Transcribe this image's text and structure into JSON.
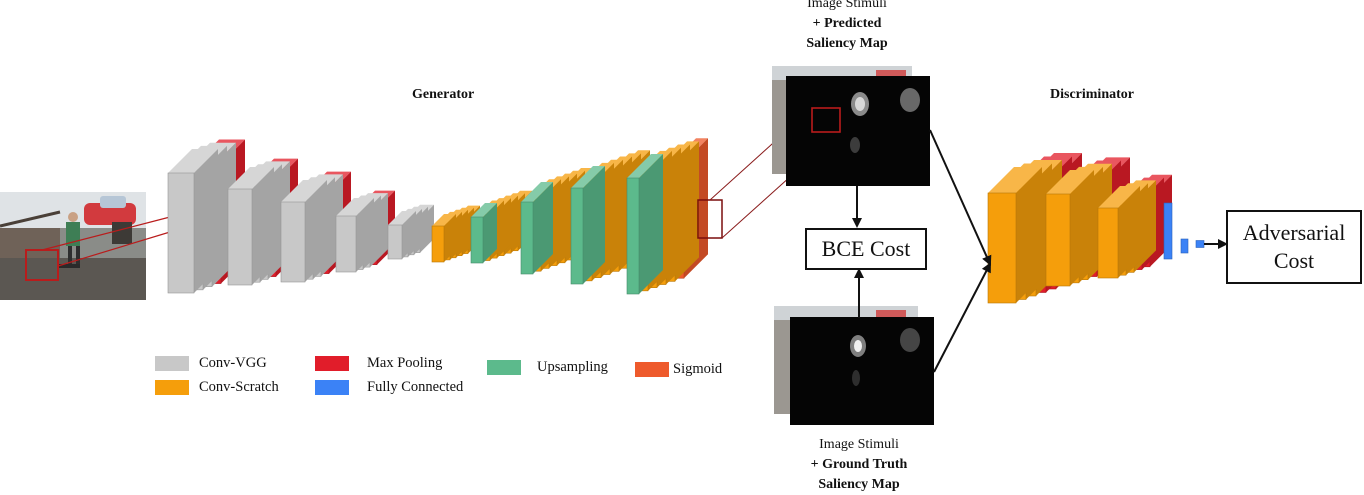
{
  "generator_label": "Generator",
  "discriminator_label": "Discriminator",
  "predicted_caption": {
    "line1": "Image Stimuli",
    "line2": "+ Predicted",
    "line3": "Saliency Map"
  },
  "ground_truth_caption": {
    "line1": "Image Stimuli",
    "line2": "+ Ground Truth",
    "line3": "Saliency Map"
  },
  "bce_box": "BCE Cost",
  "adversarial_box": {
    "line1": "Adversarial",
    "line2": "Cost"
  },
  "legend": [
    {
      "label": "Conv-VGG",
      "color": "#c8c8c8"
    },
    {
      "label": "Conv-Scratch",
      "color": "#f59e0b"
    },
    {
      "label": "Max Pooling",
      "color": "#e11d2a"
    },
    {
      "label": "Fully Connected",
      "color": "#3b82f6"
    },
    {
      "label": "Upsampling",
      "color": "#5cba8c"
    },
    {
      "label": "Sigmoid",
      "color": "#ee5a2c"
    }
  ],
  "colors": {
    "conv_vgg": "#c8c8c8",
    "conv_scratch": "#f59e0b",
    "max_pooling": "#e11d2a",
    "fully_connected": "#3b82f6",
    "upsampling": "#5cba8c",
    "sigmoid": "#ee5a2c",
    "highlight_box": "#b91c1c",
    "arrow": "#111111"
  }
}
